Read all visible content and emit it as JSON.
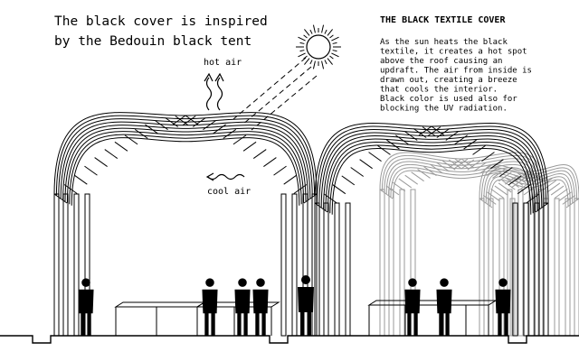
{
  "headline": {
    "line1": "The black cover is  inspired",
    "line2": "by the Bedouin black tent"
  },
  "panel": {
    "title": "THE BLACK TEXTILE COVER",
    "body": [
      "As the sun heats the black",
      "textile, it creates a hot spot",
      "above the roof causing an",
      "updraft. The air from inside is",
      "drawn out, creating a breeze",
      "that cools the interior.",
      "Black color is used also for",
      "blocking the UV radiation."
    ]
  },
  "labels": {
    "hot_air": "hot air",
    "cool_air": "cool air"
  },
  "colors": {
    "ink": "#000000",
    "paper": "#ffffff",
    "ghost": "#9a9a9a"
  },
  "icons": {
    "sun": "sun-icon",
    "hot_air": "wavy-arrow-up-icon",
    "cool_air": "wavy-arrow-left-icon"
  }
}
